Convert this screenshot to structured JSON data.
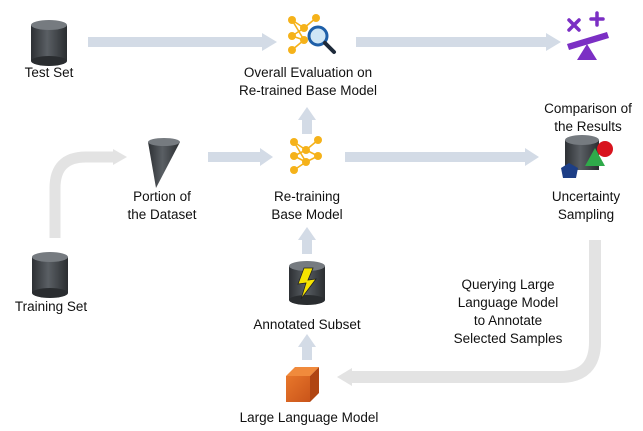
{
  "nodes": {
    "test_set": {
      "label": "Test Set",
      "icon": "database-cylinder-icon"
    },
    "overall_evaluation": {
      "lines": [
        "Overall Evaluation on",
        "Re-trained Base Model"
      ],
      "icon": "neural-network-magnifier-icon"
    },
    "comparison": {
      "lines": [
        "Comparison of",
        "the Results"
      ],
      "icon": "balance-scale-icon"
    },
    "portion": {
      "lines": [
        "Portion of",
        "the Dataset"
      ],
      "icon": "cylinder-slice-icon"
    },
    "retraining": {
      "lines": [
        "Re-training",
        "Base Model"
      ],
      "icon": "neural-network-icon"
    },
    "uncertainty": {
      "lines": [
        "Uncertainty",
        "Sampling"
      ],
      "icon": "shapes-sampling-icon"
    },
    "training_set": {
      "label": "Training Set",
      "icon": "database-cylinder-icon"
    },
    "annotated_subset": {
      "label": "Annotated Subset",
      "icon": "database-lightning-icon"
    },
    "llm_query": {
      "lines": [
        "Querying Large",
        "Language Model",
        "to Annotate",
        "Selected Samples"
      ]
    },
    "llm": {
      "label": "Large Language Model",
      "icon": "orange-cube-icon"
    }
  },
  "colors": {
    "arrow": "#d3dbe6",
    "arrow_light": "#e3e3e3",
    "cylinder": "#3f4347",
    "network": "#f5b21a",
    "scale": "#7b2fc4",
    "cube": "#d9621e",
    "lightning": "#f6e300",
    "red_shape": "#d8141e",
    "green_shape": "#2faa4a",
    "blue_shape": "#1d3e86"
  }
}
